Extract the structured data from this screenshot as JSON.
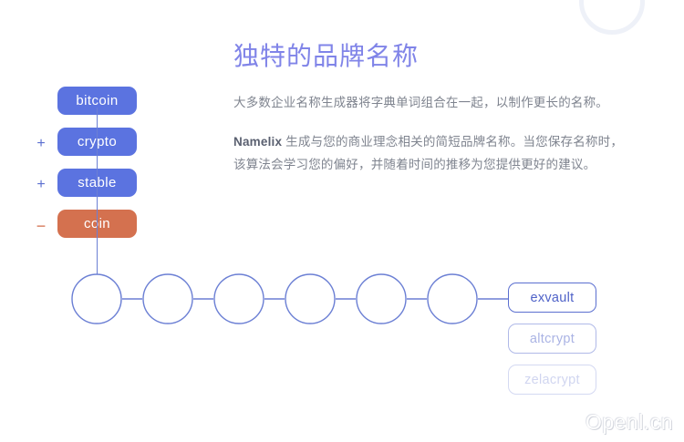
{
  "decor": {
    "circle_icon": "faint-circle-outline"
  },
  "colors": {
    "pill_blue": "#5b73e0",
    "pill_orange": "#d4714f",
    "title_purple": "#8084e8",
    "body_gray": "#7f848f",
    "outline_blue": "#5b6fd0",
    "line_blue": "#6b7fd4"
  },
  "keywords": [
    {
      "operator": "",
      "label": "bitcoin",
      "tone": "positive"
    },
    {
      "operator": "+",
      "label": "crypto",
      "tone": "positive"
    },
    {
      "operator": "+",
      "label": "stable",
      "tone": "positive"
    },
    {
      "operator": "−",
      "label": "coin",
      "tone": "negative"
    }
  ],
  "chain": {
    "node_count": 6,
    "node_labels": [
      "",
      "",
      "",
      "",
      "",
      ""
    ]
  },
  "results": [
    {
      "label": "exvault",
      "state": "active"
    },
    {
      "label": "altcrypt",
      "state": "faded"
    },
    {
      "label": "zelacrypt",
      "state": "faded-more"
    }
  ],
  "copy": {
    "title": "独特的品牌名称",
    "paragraph1": "大多数企业名称生成器将字典单词组合在一起，以制作更长的名称。",
    "brand": "Namelix",
    "paragraph2": " 生成与您的商业理念相关的简短品牌名称。当您保存名称时，该算法会学习您的偏好，并随着时间的推移为您提供更好的建议。"
  },
  "watermark": {
    "text": "Openl.cn"
  }
}
